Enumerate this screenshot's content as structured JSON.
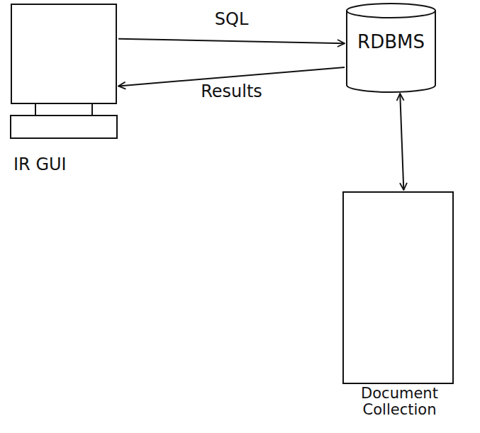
{
  "diagram": {
    "nodes": [
      {
        "text": [
          "IR GUI"
        ]
      },
      {
        "text": [
          "RDBMS"
        ]
      },
      {
        "text": [
          "Document Collection"
        ]
      }
    ],
    "edges": [
      {
        "from": 0,
        "to": 1,
        "label": "SQL",
        "arrow": "to"
      },
      {
        "from": 1,
        "to": 0,
        "label": "Results",
        "arrow": "to"
      },
      {
        "from": 1,
        "to": 2,
        "arrow": "both"
      }
    ]
  }
}
